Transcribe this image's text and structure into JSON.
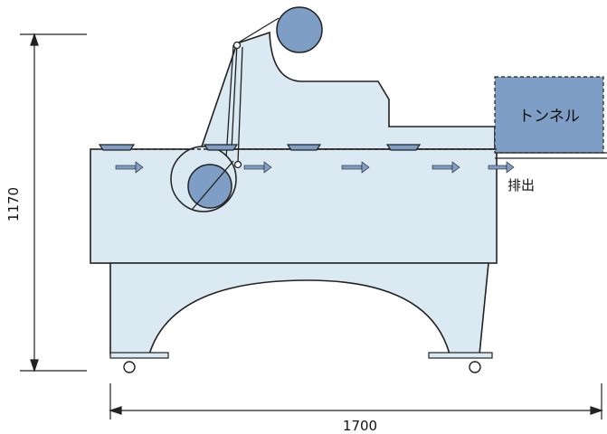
{
  "dimensions": {
    "height_label": "1170",
    "width_label": "1700"
  },
  "labels": {
    "tunnel": "トンネル",
    "exit": "排出"
  },
  "colors": {
    "body_fill": "#dbe9f2",
    "tunnel_fill": "#7f9ec6",
    "roll_fill": "#7f9ec6",
    "outline": "#222222"
  }
}
